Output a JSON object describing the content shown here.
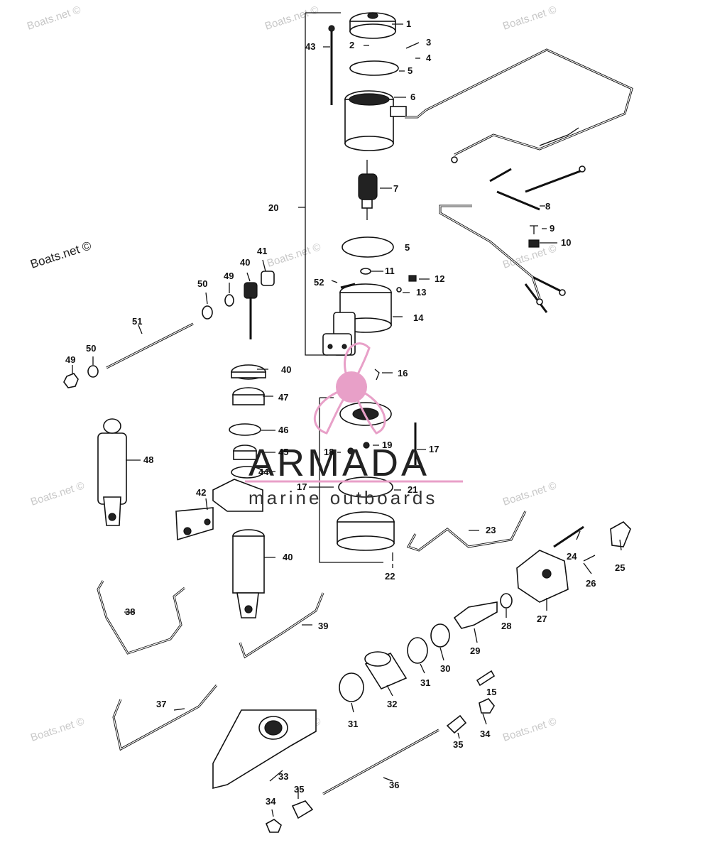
{
  "watermark": {
    "text": "Boats.net ©"
  },
  "logo": {
    "name": "ARMADA",
    "tagline": "marine outboards",
    "color": "#e8a0c8"
  },
  "callouts": [
    "1",
    "2",
    "3",
    "4",
    "5",
    "5",
    "6",
    "7",
    "8",
    "9",
    "10",
    "11",
    "12",
    "13",
    "14",
    "15",
    "16",
    "17",
    "17",
    "18",
    "19",
    "20",
    "21",
    "22",
    "23",
    "24",
    "25",
    "26",
    "27",
    "28",
    "29",
    "30",
    "31",
    "31",
    "32",
    "33",
    "34",
    "34",
    "35",
    "35",
    "36",
    "37",
    "38",
    "39",
    "40",
    "40",
    "40",
    "41",
    "42",
    "43",
    "44",
    "45",
    "46",
    "47",
    "48",
    "49",
    "49",
    "50",
    "50",
    "51",
    "52"
  ]
}
